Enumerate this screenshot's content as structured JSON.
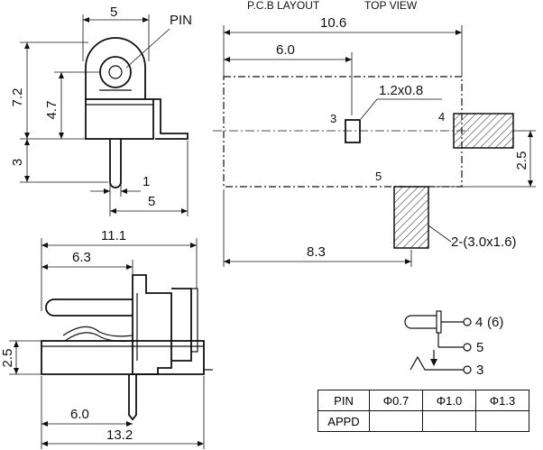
{
  "header": {
    "pcb_title": "P.C.B LAYOUT",
    "view_title": "TOP VIEW"
  },
  "side_view": {
    "pin_label": "PIN",
    "dim_width": "5",
    "dim_height_total": "7.2",
    "dim_height_center": "4.7",
    "dim_pin_length": "3",
    "dim_pin_width": "1",
    "dim_base": "5"
  },
  "pcb_layout": {
    "dim_total_width": "10.6",
    "dim_pin3_offset": "6.0",
    "dim_pin3_size": "1.2x0.8",
    "pin3_label": "3",
    "pin4_label": "4",
    "pin5_label": "5",
    "dim_pad_gap": "2.5",
    "dim_pad5_offset": "8.3",
    "dim_pad_size": "2-(3.0x1.6)"
  },
  "front_view": {
    "dim_total": "11.1",
    "dim_body": "6.3",
    "dim_height": "2.5",
    "dim_pin_offset": "6.0",
    "dim_overall": "13.2"
  },
  "schematic": {
    "pin4_label": "4",
    "pin4_alt": "(6)",
    "pin5_label": "5",
    "pin3_label": "3"
  },
  "pin_table": {
    "headers": [
      "PIN",
      "Φ0.7",
      "Φ1.0",
      "Φ1.3"
    ],
    "row_label": "APPD",
    "row_values": [
      "",
      "",
      ""
    ]
  }
}
